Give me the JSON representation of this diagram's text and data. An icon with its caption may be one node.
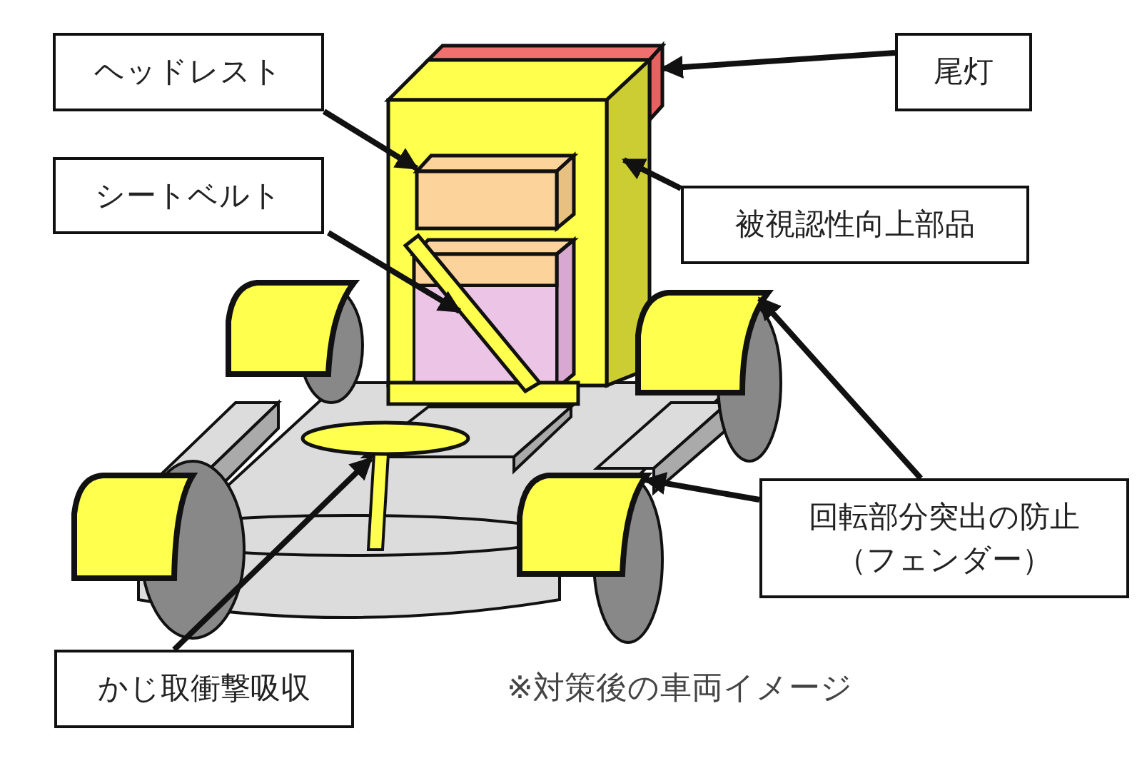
{
  "diagram": {
    "caption": "※対策後の車両イメージ",
    "nodes": [
      {
        "text": [
          "ヘッドレスト"
        ]
      },
      {
        "text": [
          "シートベルト"
        ]
      },
      {
        "text": [
          "尾灯"
        ]
      },
      {
        "text": [
          "被視認性向上部品"
        ]
      },
      {
        "text": [
          "回転部分突出の防止（フェンダー）"
        ]
      },
      {
        "text": [
          "かじ取衝撃吸収"
        ]
      },
      {
        "text": [],
        "shape": "box",
        "in": 9
      },
      {
        "text": [],
        "shape": "bar",
        "in": 9
      },
      {
        "text": [],
        "shape": "box"
      },
      {
        "text": [],
        "shape": "box"
      },
      {
        "text": [],
        "shape": "box"
      },
      {
        "text": [],
        "shape": "box"
      },
      {
        "text": [],
        "shape": "picture"
      },
      {
        "text": [],
        "shape": "box"
      },
      {
        "text": [],
        "shape": "box"
      }
    ],
    "edges": [
      {
        "from": 0,
        "to": 6,
        "arrow": "to"
      },
      {
        "from": 1,
        "to": 7,
        "arrow": "to"
      },
      {
        "from": 2,
        "to": 8,
        "arrow": "to"
      },
      {
        "from": 3,
        "to": 9,
        "arrow": "to"
      },
      {
        "from": 4,
        "to": 10,
        "arrow": "to"
      },
      {
        "from": 4,
        "to": 11,
        "arrow": "to"
      },
      {
        "from": 5,
        "to": 12,
        "arrow": "to"
      }
    ]
  }
}
